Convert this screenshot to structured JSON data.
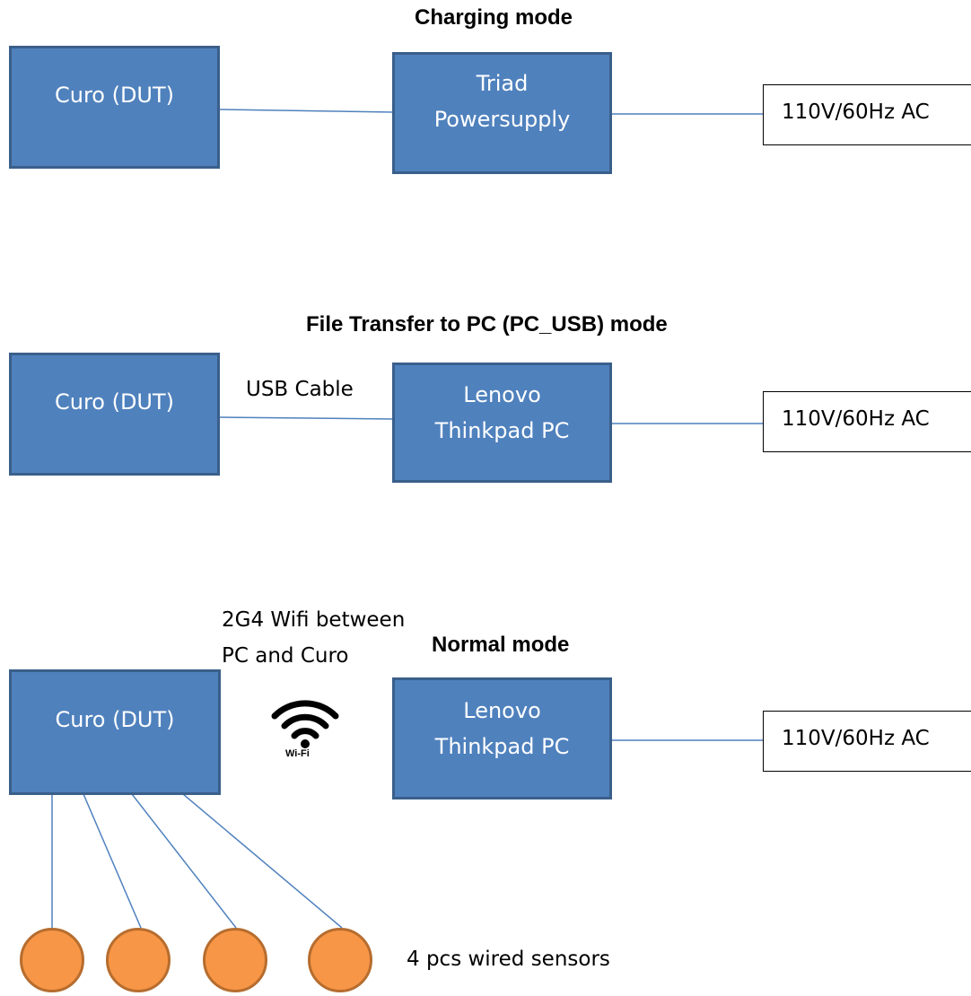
{
  "sections": {
    "charging": {
      "title": "Charging mode",
      "dut": "Curo (DUT)",
      "device_line1": "Triad",
      "device_line2": "Powersupply",
      "ac": "110V/60Hz AC"
    },
    "file_transfer": {
      "title": "File Transfer to PC (PC_USB) mode",
      "dut": "Curo (DUT)",
      "cable_label": "USB Cable",
      "device_line1": "Lenovo",
      "device_line2": "Thinkpad PC",
      "ac": "110V/60Hz AC"
    },
    "normal": {
      "title": "Normal mode",
      "dut": "Curo (DUT)",
      "wifi_note_line1": "2G4 Wifi between",
      "wifi_note_line2": "PC and Curo",
      "wifi_icon_text": "Wi-Fi",
      "device_line1": "Lenovo",
      "device_line2": "Thinkpad PC",
      "ac": "110V/60Hz AC",
      "sensors_label": "4 pcs wired sensors",
      "sensor_count": 4
    }
  },
  "colors": {
    "box_fill": "#4f81bd",
    "box_border": "#3a5f8a",
    "wire": "#4f81bd",
    "sensor_fill": "#f79646",
    "sensor_border": "#b66d2f"
  },
  "icons": [
    "wifi-icon"
  ]
}
